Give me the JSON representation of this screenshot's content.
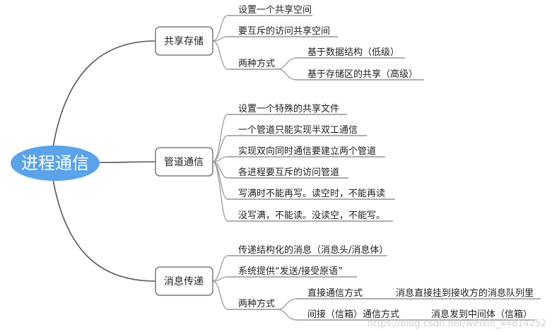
{
  "root": {
    "label": "进程通信",
    "color": "#5aa2ea"
  },
  "branches": [
    {
      "label": "共享存储",
      "children": [
        {
          "label": "设置一个共享空间"
        },
        {
          "label": "要互斥的访问共享空间"
        },
        {
          "label": "两种方式",
          "children": [
            {
              "label": "基于数据结构（低级）"
            },
            {
              "label": "基于存储区的共享（高级）"
            }
          ]
        }
      ]
    },
    {
      "label": "管道通信",
      "children": [
        {
          "label": "设置一个特殊的共享文件"
        },
        {
          "label": "一个管道只能实现半双工通信"
        },
        {
          "label": "实现双向同时通信要建立两个管道"
        },
        {
          "label": "各进程要互斥的访问管道"
        },
        {
          "label": "写满时不能再写。读空时，不能再读"
        },
        {
          "label": "没写满，不能读。没读空，不能写。"
        }
      ]
    },
    {
      "label": "消息传递",
      "children": [
        {
          "label": "传递结构化的消息（消息头/消息体）"
        },
        {
          "label": "系统提供“发送/接受原语”"
        },
        {
          "label": "两种方式",
          "children": [
            {
              "label": "直接通信方式",
              "children": [
                {
                  "label": "消息直接挂到接收方的消息队列里"
                }
              ]
            },
            {
              "label": "间接（信箱）通信方式",
              "children": [
                {
                  "label": "消息发到中间体（信箱）"
                }
              ]
            }
          ]
        }
      ]
    }
  ],
  "watermark": "https://blog.csdn.net/weixin_44814252"
}
